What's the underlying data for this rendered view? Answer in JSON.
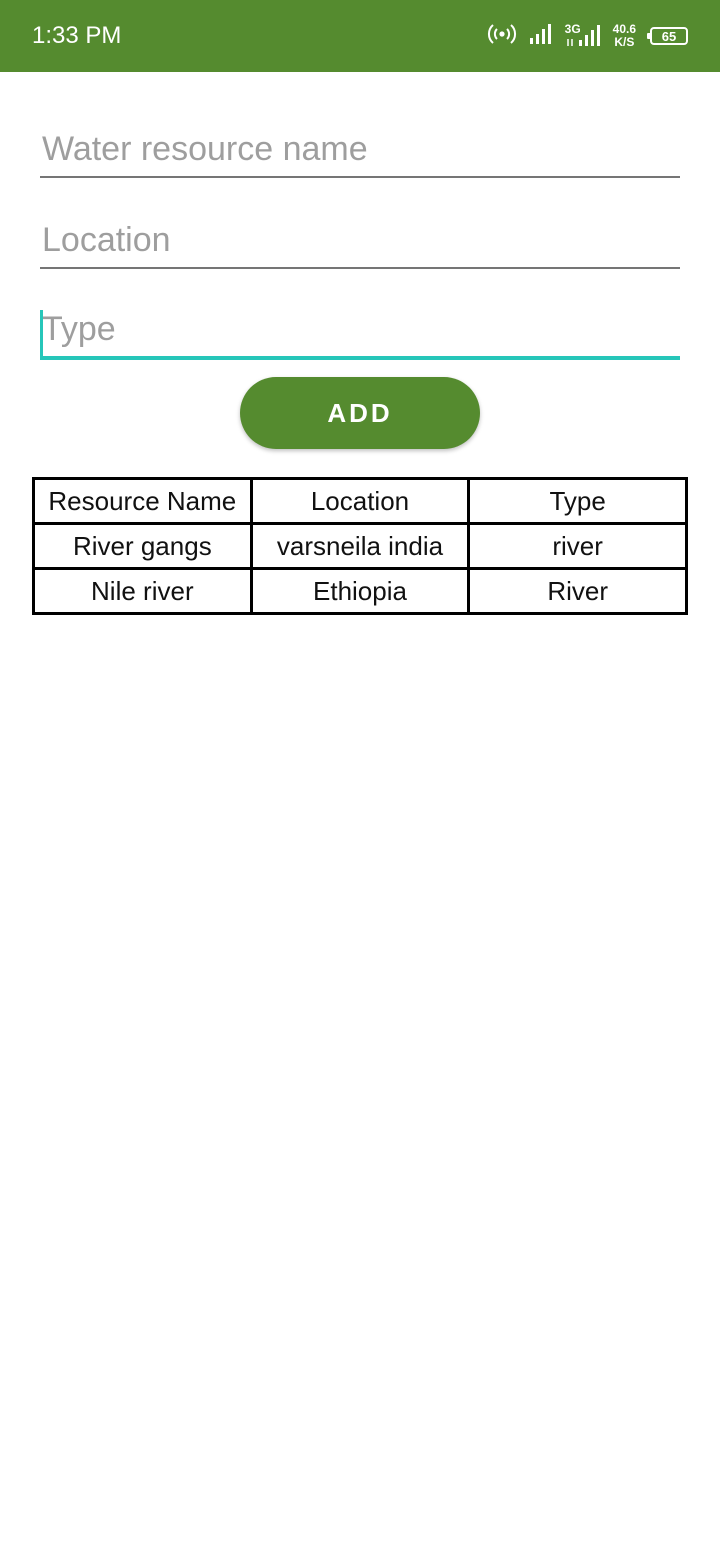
{
  "status_bar": {
    "time": "1:33 PM",
    "network_type": "3G",
    "net_speed_value": "40.6",
    "net_speed_unit": "K/S",
    "battery_level": "65",
    "background": "#558b2f"
  },
  "form": {
    "resource_name": {
      "value": "",
      "placeholder": "Water resource name"
    },
    "location": {
      "value": "",
      "placeholder": "Location"
    },
    "type": {
      "value": "",
      "placeholder": "Type"
    },
    "add_label": "ADD"
  },
  "table": {
    "headers": [
      "Resource Name",
      "Location",
      "Type"
    ],
    "rows": [
      [
        "River gangs",
        "varsneila india",
        "river"
      ],
      [
        "Nile river",
        "Ethiopia",
        "River"
      ]
    ]
  },
  "colors": {
    "accent": "#558b2f",
    "focus": "#26c6b9"
  }
}
